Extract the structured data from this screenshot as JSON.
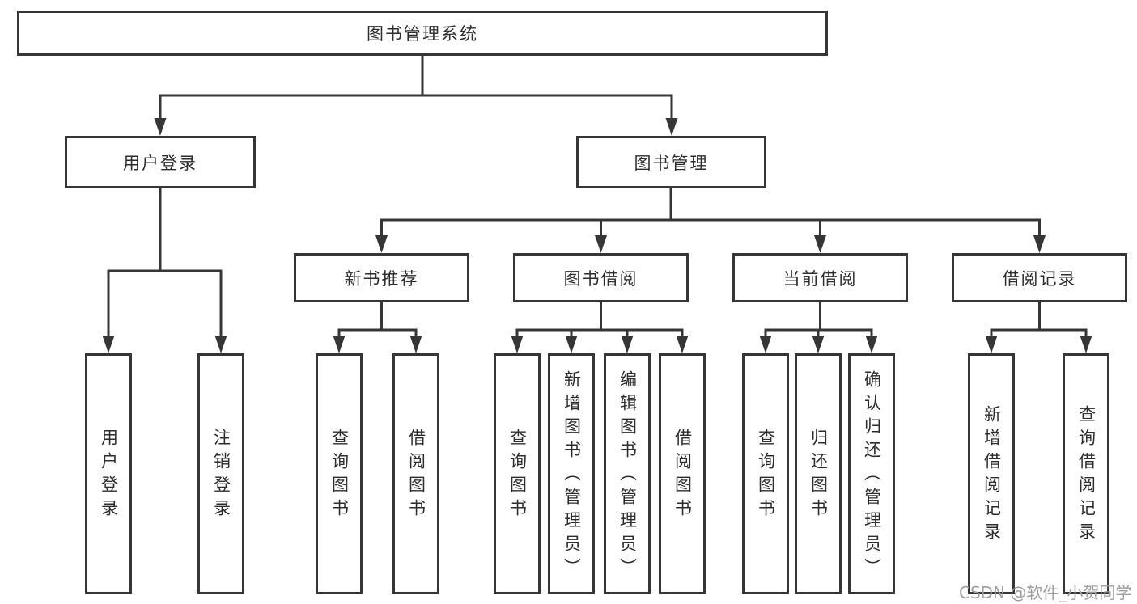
{
  "colors": {
    "line": "#363636",
    "text": "#2d2d2d",
    "watermark": "#9e9e9e",
    "background": "#ffffff"
  },
  "diagram": {
    "root": {
      "label": "图书管理系统"
    },
    "branches": [
      {
        "label": "用户登录",
        "children": [
          "用户登录",
          "注销登录"
        ]
      },
      {
        "label": "图书管理"
      }
    ],
    "modules": [
      {
        "label": "新书推荐",
        "children": [
          "查询图书",
          "借阅图书"
        ]
      },
      {
        "label": "图书借阅",
        "children": [
          "查询图书",
          "新增图书（管理员）",
          "编辑图书（管理员）",
          "借阅图书"
        ]
      },
      {
        "label": "当前借阅",
        "children": [
          "查询图书",
          "归还图书",
          "确认归还（管理员）"
        ]
      },
      {
        "label": "借阅记录",
        "children": [
          "新增借阅记录",
          "查询借阅记录"
        ]
      }
    ],
    "watermark": "CSDN @软件_小贺同学"
  }
}
